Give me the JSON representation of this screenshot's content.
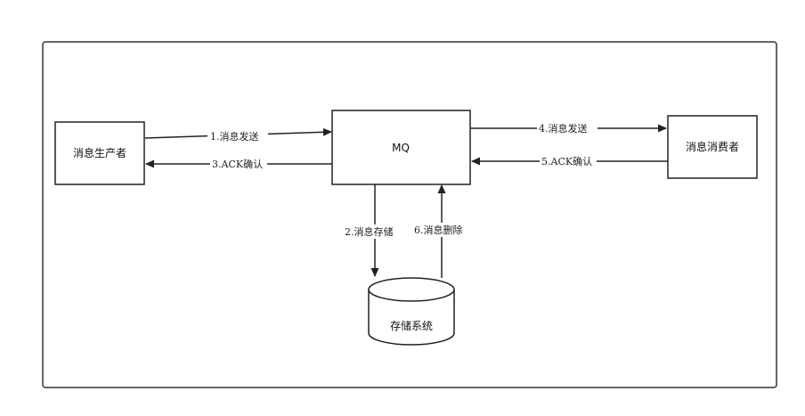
{
  "nodes": {
    "producer": "消息生产者",
    "mq": "MQ",
    "consumer": "消息消费者",
    "storage": "存储系统"
  },
  "edges": {
    "send_to_mq": "1.消息发送",
    "store": "2.消息存储",
    "ack_to_producer": "3.ACK确认",
    "send_to_consumer": "4.消息发送",
    "ack_from_consumer": "5.ACK确认",
    "delete": "6.消息删除"
  },
  "colors": {
    "stroke": "#222222",
    "background": "#ffffff"
  }
}
